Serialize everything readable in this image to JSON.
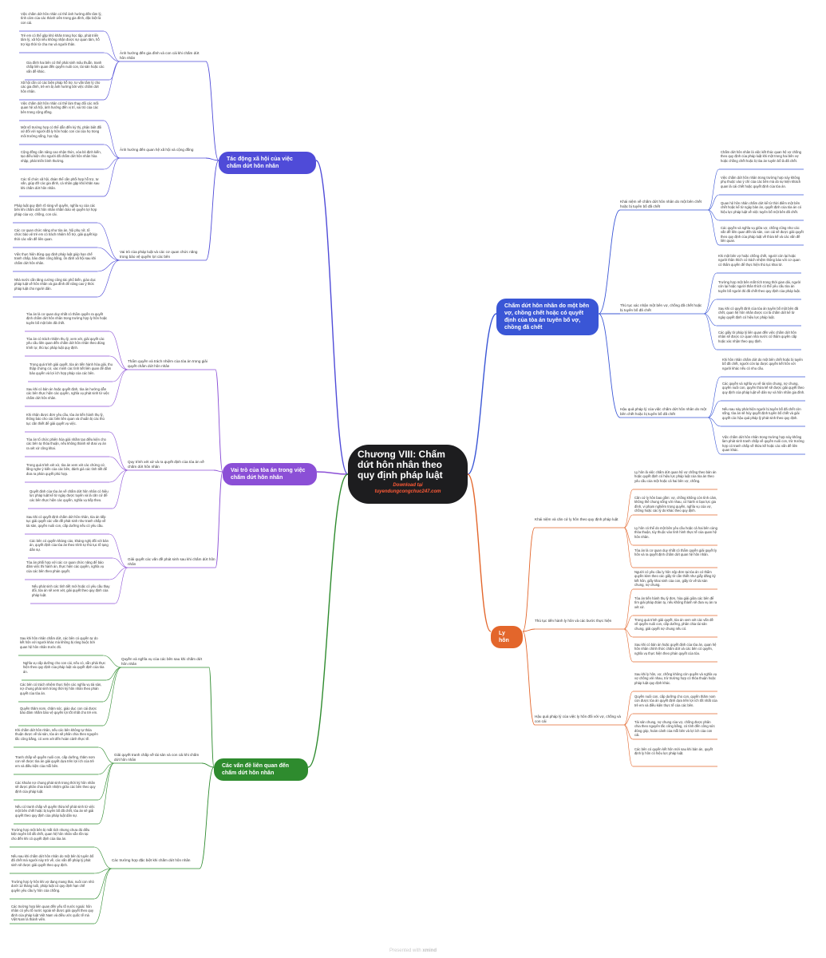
{
  "root": {
    "title": "Chương VIII: Chấm dứt hôn nhân theo quy định pháp luật",
    "sub1": "Download tại",
    "sub2": "tuyendungcongchuc247.com"
  },
  "branches": [
    {
      "id": "b1",
      "color": "#4f4bd8",
      "title": "Tác động xã hội của việc chấm dứt hôn nhân",
      "subs": [
        {
          "title": "Ảnh hưởng đến gia đình và con cái khi chấm dứt hôn nhân",
          "leaves": [
            "Việc chấm dứt hôn nhân có thể ảnh hưởng đến tâm lý, tình cảm của các thành viên trong gia đình, đặc biệt là con cái.",
            "Trẻ em có thể gặp khó khăn trong học tập, phát triển tâm lý, xã hội nếu không nhận được sự quan tâm, hỗ trợ kịp thời từ cha mẹ và người thân.",
            "Gia đình hai bên có thể phát sinh mâu thuẫn, tranh chấp liên quan đến quyền nuôi con, tài sản hoặc các vấn đề khác.",
            "Xã hội cần có các biện pháp hỗ trợ, tư vấn tâm lý cho các gia đình, trẻ em bị ảnh hưởng bởi việc chấm dứt hôn nhân."
          ]
        },
        {
          "title": "Ảnh hưởng đến quan hệ xã hội và cộng đồng",
          "leaves": [
            "Việc chấm dứt hôn nhân có thể làm thay đổi các mối quan hệ xã hội, ảnh hưởng đến vị trí, vai trò của các bên trong cộng đồng.",
            "Một số trường hợp có thể dẫn đến kỳ thị, phân biệt đối xử đối với người đã ly hôn hoặc con cái của họ trong môi trường sống, học tập.",
            "Cộng đồng cần nâng cao nhận thức, xóa bỏ định kiến, tạo điều kiện cho người đã chấm dứt hôn nhân hòa nhập, phát triển bình thường.",
            "Các tổ chức xã hội, đoàn thể cần phối hợp hỗ trợ, tư vấn, giúp đỡ các gia đình, cá nhân gặp khó khăn sau khi chấm dứt hôn nhân."
          ]
        },
        {
          "title": "Vai trò của pháp luật và các cơ quan chức năng trong bảo vệ quyền lợi các bên",
          "leaves": [
            "Pháp luật quy định rõ ràng về quyền, nghĩa vụ của các bên khi chấm dứt hôn nhân nhằm bảo vệ quyền lợi hợp pháp của vợ, chồng, con cái.",
            "Các cơ quan chức năng như tòa án, hội phụ nữ, tổ chức bảo vệ trẻ em có trách nhiệm hỗ trợ, giải quyết kịp thời các vấn đề liên quan.",
            "Việc thực hiện đúng quy định pháp luật giúp hạn chế tranh chấp, bảo đảm công bằng, ổn định xã hội sau khi chấm dứt hôn nhân.",
            "Nhà nước cần tăng cường công tác phổ biến, giáo dục pháp luật về hôn nhân và gia đình để nâng cao ý thức pháp luật cho người dân."
          ]
        }
      ]
    },
    {
      "id": "b2",
      "color": "#8b4fd6",
      "title": "Vai trò của tòa án trong việc chấm dứt hôn nhân",
      "subs": [
        {
          "title": "Thẩm quyền và trách nhiệm của tòa án trong giải quyết chấm dứt hôn nhân",
          "leaves": [
            "Tòa án là cơ quan duy nhất có thẩm quyền ra quyết định chấm dứt hôn nhân trong trường hợp ly hôn hoặc tuyên bố một bên đã chết.",
            "Tòa án có trách nhiệm thụ lý, xem xét, giải quyết các yêu cầu liên quan đến chấm dứt hôn nhân theo đúng trình tự, thủ tục pháp luật quy định.",
            "Trong quá trình giải quyết, tòa án tiến hành hòa giải, thu thập chứng cứ, xác minh các tình tiết liên quan để đảm bảo quyền và lợi ích hợp pháp của các bên.",
            "Sau khi có bản án hoặc quyết định, tòa án hướng dẫn các bên thực hiện các quyền, nghĩa vụ phát sinh từ việc chấm dứt hôn nhân."
          ]
        },
        {
          "title": "Quy trình xét xử và ra quyết định của tòa án về chấm dứt hôn nhân",
          "leaves": [
            "Khi nhận được đơn yêu cầu, tòa án tiến hành thụ lý, thông báo cho các bên liên quan và chuẩn bị các thủ tục cần thiết để giải quyết vụ việc.",
            "Tòa án tổ chức phiên hòa giải nhằm tạo điều kiện cho các bên tự thỏa thuận, nếu không thành sẽ đưa vụ án ra xét xử công khai.",
            "Trong quá trình xét xử, tòa án xem xét các chứng cứ, lắng nghe ý kiến của các bên, đánh giá các tình tiết để đưa ra phán quyết phù hợp.",
            "Quyết định của tòa án về chấm dứt hôn nhân có hiệu lực pháp luật kể từ ngày được tuyên và là căn cứ để các bên thực hiện các quyền, nghĩa vụ tiếp theo."
          ]
        },
        {
          "title": "Giải quyết các vấn đề phát sinh sau khi chấm dứt hôn nhân",
          "leaves": [
            "Sau khi có quyết định chấm dứt hôn nhân, tòa án tiếp tục giải quyết các vấn đề phát sinh như tranh chấp về tài sản, quyền nuôi con, cấp dưỡng nếu có yêu cầu.",
            "Các bên có quyền kháng cáo, kháng nghị đối với bản án, quyết định của tòa án theo trình tự thủ tục tố tụng dân sự.",
            "Tòa án phối hợp với các cơ quan chức năng để bảo đảm việc thi hành án, thực hiện các quyền, nghĩa vụ của các bên theo phán quyết.",
            "Nếu phát sinh các tình tiết mới hoặc có yêu cầu thay đổi, tòa án sẽ xem xét, giải quyết theo quy định của pháp luật."
          ]
        }
      ]
    },
    {
      "id": "b3",
      "color": "#2e8b2e",
      "title": "Các vấn đề liên quan đến chấm dứt hôn nhân",
      "subs": [
        {
          "title": "Quyền và nghĩa vụ của các bên sau khi chấm dứt hôn nhân",
          "leaves": [
            "Sau khi hôn nhân chấm dứt, các bên có quyền tự do kết hôn với người khác mà không bị ràng buộc bởi quan hệ hôn nhân trước đó.",
            "Nghĩa vụ cấp dưỡng cho con cái, nếu có, vẫn phải thực hiện theo quy định của pháp luật và quyết định của tòa án.",
            "Các bên có trách nhiệm thực hiện các nghĩa vụ tài sản, nợ chung phát sinh trong thời kỳ hôn nhân theo phán quyết của tòa án.",
            "Quyền thăm nom, chăm sóc, giáo dục con cái được bảo đảm nhằm bảo vệ quyền lợi tốt nhất cho trẻ em."
          ]
        },
        {
          "title": "Giải quyết tranh chấp về tài sản và con cái khi chấm dứt hôn nhân",
          "leaves": [
            "Khi chấm dứt hôn nhân, nếu các bên không tự thỏa thuận được về tài sản, tòa án sẽ phân chia theo nguyên tắc công bằng, có xem xét đến hoàn cảnh thực tế.",
            "Tranh chấp về quyền nuôi con, cấp dưỡng, thăm nom con sẽ được tòa án giải quyết dựa trên lợi ích của trẻ em và điều kiện của mỗi bên.",
            "Các khoản nợ chung phát sinh trong thời kỳ hôn nhân sẽ được phân chia trách nhiệm giữa các bên theo quy định của pháp luật.",
            "Nếu có tranh chấp về quyền thừa kế phát sinh từ việc một bên chết hoặc bị tuyên bố đã chết, tòa án sẽ giải quyết theo quy định của pháp luật dân sự."
          ]
        },
        {
          "title": "Các trường hợp đặc biệt khi chấm dứt hôn nhân",
          "leaves": [
            "Trường hợp một bên bị mất tích nhưng chưa đủ điều kiện tuyên bố đã chết, quan hệ hôn nhân vẫn tồn tại cho đến khi có quyết định của tòa án.",
            "Nếu sau khi chấm dứt hôn nhân do một bên bị tuyên bố đã chết mà người này trở về, các vấn đề pháp lý phát sinh sẽ được giải quyết theo quy định.",
            "Trường hợp ly hôn khi vợ đang mang thai, nuôi con nhỏ dưới 12 tháng tuổi, pháp luật có quy định hạn chế quyền yêu cầu ly hôn của chồng.",
            "Các trường hợp liên quan đến yếu tố nước ngoài: hôn nhân có yếu tố nước ngoài sẽ được giải quyết theo quy định của pháp luật Việt Nam và điều ước quốc tế mà Việt Nam là thành viên."
          ]
        }
      ]
    },
    {
      "id": "b4",
      "color": "#3a56d6",
      "title": "Chấm dứt hôn nhân do một bên vợ, chồng chết hoặc có quyết định của tòa án tuyên bố vợ, chồng đã chết",
      "subs": [
        {
          "title": "Khái niệm về chấm dứt hôn nhân do một bên chết hoặc bị tuyên bố đã chết",
          "leaves": [
            "Chấm dứt hôn nhân là việc kết thúc quan hệ vợ chồng theo quy định của pháp luật khi một trong hai bên vợ hoặc chồng chết hoặc bị tòa án tuyên bố là đã chết.",
            "Việc chấm dứt hôn nhân trong trường hợp này không phụ thuộc vào ý chí của các bên mà do sự kiện khách quan là cái chết hoặc quyết định của tòa án.",
            "Quan hệ hôn nhân chấm dứt kể từ thời điểm một bên chết hoặc kể từ ngày bản án, quyết định của tòa án có hiệu lực pháp luật về việc tuyên bố một bên đã chết.",
            "Các quyền và nghĩa vụ giữa vợ, chồng cũng như các vấn đề liên quan đến tài sản, con cái sẽ được giải quyết theo quy định của pháp luật về thừa kế và các vấn đề liên quan."
          ]
        },
        {
          "title": "Thủ tục xác nhận một bên vợ, chồng đã chết hoặc bị tuyên bố đã chết",
          "leaves": [
            "Khi một bên vợ hoặc chồng chết, người còn lại hoặc người thân thích có trách nhiệm thông báo với cơ quan có thẩm quyền để thực hiện thủ tục khai tử.",
            "Trường hợp một bên mất tích trong thời gian dài, người còn lại hoặc người thân thích có thể yêu cầu tòa án tuyên bố người đó đã chết theo quy định của pháp luật.",
            "Sau khi có quyết định của tòa án tuyên bố một bên đã chết, quan hệ hôn nhân được coi là chấm dứt kể từ ngày quyết định có hiệu lực pháp luật.",
            "Các giấy tờ pháp lý liên quan đến việc chấm dứt hôn nhân sẽ được cơ quan nhà nước có thẩm quyền cấp hoặc xác nhận theo quy định."
          ]
        },
        {
          "title": "Hậu quả pháp lý của việc chấm dứt hôn nhân do một bên chết hoặc bị tuyên bố đã chết",
          "leaves": [
            "Khi hôn nhân chấm dứt do một bên chết hoặc bị tuyên bố đã chết, người còn lại được quyền kết hôn với người khác nếu có nhu cầu.",
            "Các quyền và nghĩa vụ về tài sản chung, nợ chung, quyền nuôi con, quyền thừa kế sẽ được giải quyết theo quy định của pháp luật về dân sự và hôn nhân gia đình.",
            "Nếu sau này phát hiện người bị tuyên bố đã chết còn sống, tòa án sẽ hủy quyết định tuyên bố chết và giải quyết các hậu quả pháp lý phát sinh theo quy định.",
            "Việc chấm dứt hôn nhân trong trường hợp này không làm phát sinh tranh chấp về quyền nuôi con, trừ trường hợp có tranh chấp về thừa kế hoặc các vấn đề liên quan khác."
          ]
        }
      ]
    },
    {
      "id": "b5",
      "color": "#e3662b",
      "title": "Ly hôn",
      "subs": [
        {
          "title": "Khái niệm và căn cứ ly hôn theo quy định pháp luật",
          "leaves": [
            "Ly hôn là việc chấm dứt quan hệ vợ chồng theo bản án hoặc quyết định có hiệu lực pháp luật của tòa án theo yêu cầu của một hoặc cả hai bên vợ, chồng.",
            "Căn cứ ly hôn bao gồm: vợ, chồng không còn tình cảm, không thể chung sống với nhau, có hành vi bạo lực gia đình, vi phạm nghiêm trọng quyền, nghĩa vụ của vợ, chồng hoặc các lý do khác theo quy định.",
            "Ly hôn có thể do một bên yêu cầu hoặc cả hai bên cùng thỏa thuận, tùy thuộc vào tình hình thực tế của quan hệ hôn nhân.",
            "Tòa án là cơ quan duy nhất có thẩm quyền giải quyết ly hôn và ra quyết định chấm dứt quan hệ hôn nhân."
          ]
        },
        {
          "title": "Thủ tục tiến hành ly hôn và các bước thực hiện",
          "leaves": [
            "Người có yêu cầu ly hôn nộp đơn tại tòa án có thẩm quyền kèm theo các giấy tờ cần thiết như giấy đăng ký kết hôn, giấy khai sinh của con, giấy tờ về tài sản chung, nợ chung.",
            "Tòa án tiến hành thụ lý đơn, hòa giải giữa các bên để tìm giải pháp đoàn tụ, nếu không thành sẽ đưa vụ án ra xét xử.",
            "Trong quá trình giải quyết, tòa án xem xét các vấn đề về quyền nuôi con, cấp dưỡng, phân chia tài sản chung, giải quyết nợ chung nếu có.",
            "Sau khi có bản án hoặc quyết định của tòa án, quan hệ hôn nhân chính thức chấm dứt và các bên có quyền, nghĩa vụ thực hiện theo phán quyết của tòa."
          ]
        },
        {
          "title": "Hậu quả pháp lý của việc ly hôn đối với vợ, chồng và con cái",
          "leaves": [
            "Sau khi ly hôn, vợ, chồng không còn quyền và nghĩa vụ vợ chồng với nhau, trừ trường hợp có thỏa thuận hoặc pháp luật quy định khác.",
            "Quyền nuôi con, cấp dưỡng cho con, quyền thăm nom con được tòa án quyết định dựa trên lợi ích tốt nhất của trẻ em và điều kiện thực tế của các bên.",
            "Tài sản chung, nợ chung của vợ, chồng được phân chia theo nguyên tắc công bằng, có tính đến công sức đóng góp, hoàn cảnh của mỗi bên và lợi ích của con cái.",
            "Các bên có quyền kết hôn mới sau khi bản án, quyết định ly hôn có hiệu lực pháp luật."
          ]
        }
      ]
    }
  ],
  "watermark": {
    "prefix": "Presented with",
    "brand": "xmind"
  }
}
